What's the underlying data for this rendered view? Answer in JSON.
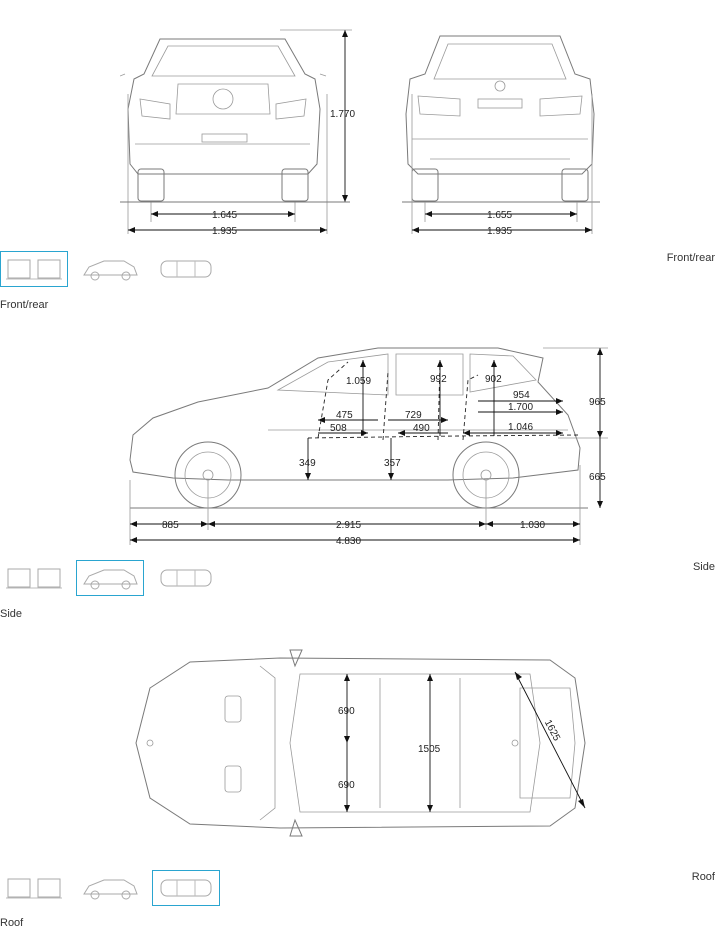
{
  "views": {
    "front_rear": {
      "caption": "Front/rear",
      "label_right": "Front/rear",
      "front_height": "1.770",
      "front_track": "1.645",
      "front_width": "1.935",
      "rear_track": "1.655",
      "rear_width": "1.935"
    },
    "side": {
      "caption": "Side",
      "label_right": "Side",
      "headroom_front": "1.059",
      "headroom_rear": "992",
      "headroom_trunk": "902",
      "d954": "954",
      "d1700": "1.700",
      "d1046": "1.046",
      "d475": "475",
      "d508": "508",
      "d729": "729",
      "d490": "490",
      "d349": "349",
      "d357": "357",
      "h965": "965",
      "h665": "665",
      "overhang_front": "885",
      "wheelbase": "2.915",
      "overhang_rear": "1.030",
      "length": "4.830"
    },
    "roof": {
      "caption": "Roof",
      "label_right": "Roof",
      "seat_front": "690",
      "seat_rear": "690",
      "inner_length": "1505",
      "diagonal": "1625"
    }
  },
  "thumbnails": {
    "front_rear": "front-rear-thumbnail",
    "side": "side-thumbnail",
    "roof": "roof-thumbnail"
  }
}
